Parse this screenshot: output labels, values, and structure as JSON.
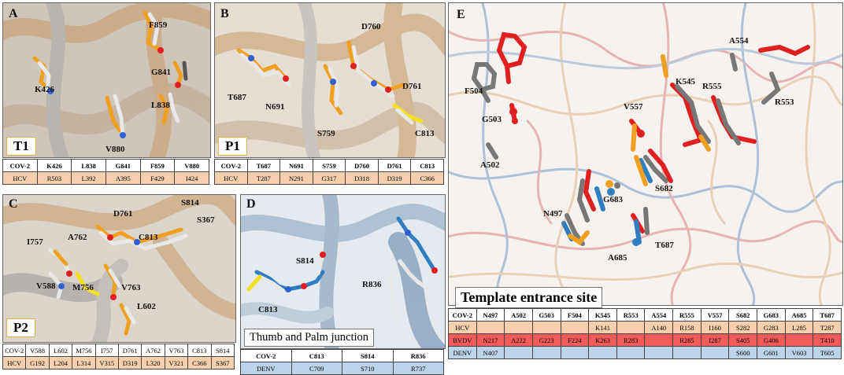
{
  "panels": {
    "A": {
      "label": "A",
      "badge": "T1",
      "residues": [
        "F859",
        "G841",
        "K426",
        "L838",
        "V880"
      ],
      "table": {
        "header": [
          "COV-2",
          "K426",
          "L838",
          "G841",
          "F859",
          "V880"
        ],
        "rows": [
          [
            "HCV",
            "R503",
            "L392",
            "A395",
            "F429",
            "I424"
          ]
        ]
      }
    },
    "B": {
      "label": "B",
      "badge": "P1",
      "residues": [
        "D760",
        "T687",
        "N691",
        "D761",
        "S759",
        "C813"
      ],
      "table": {
        "header": [
          "COV-2",
          "T687",
          "N691",
          "S759",
          "D760",
          "D761",
          "C813"
        ],
        "rows": [
          [
            "HCV",
            "T287",
            "N291",
            "G317",
            "D318",
            "D319",
            "C366"
          ]
        ]
      }
    },
    "C": {
      "label": "C",
      "badge": "P2",
      "residues": [
        "S814",
        "S367",
        "D761",
        "A762",
        "C813",
        "I757",
        "V588",
        "M756",
        "V763",
        "L602"
      ],
      "table": {
        "header": [
          "COV-2",
          "V588",
          "L602",
          "M756",
          "I757",
          "D761",
          "A762",
          "V763",
          "C813",
          "S814"
        ],
        "rows": [
          [
            "HCV",
            "G192",
            "L204",
            "L314",
            "V315",
            "D319",
            "L320",
            "V321",
            "C366",
            "S367"
          ]
        ]
      }
    },
    "D": {
      "label": "D",
      "title": "Thumb and Palm junction",
      "residues": [
        "S814",
        "R836",
        "C813"
      ],
      "table": {
        "header": [
          "COV-2",
          "C813",
          "S814",
          "R836"
        ],
        "rows": [
          [
            "DENV",
            "C709",
            "S710",
            "R737"
          ]
        ]
      }
    },
    "E": {
      "label": "E",
      "title": "Template entrance site",
      "residues": [
        "A554",
        "F504",
        "K545",
        "R555",
        "G503",
        "R553",
        "V557",
        "A502",
        "S682",
        "G683",
        "N497",
        "T687",
        "A685"
      ],
      "table": {
        "header": [
          "COV-2",
          "N497",
          "A502",
          "G503",
          "F504",
          "K545",
          "R553",
          "A554",
          "R555",
          "V557",
          "S682",
          "G683",
          "A685",
          "T687"
        ],
        "rows": [
          {
            "kind": "hcv",
            "cells": [
              "HCV",
              "",
              "",
              "",
              "",
              "K141",
              "",
              "A140",
              "R158",
              "I160",
              "S282",
              "G283",
              "L285",
              "T287"
            ]
          },
          {
            "kind": "bvdv",
            "cells": [
              "BVDV",
              "N217",
              "A222",
              "G223",
              "F224",
              "K263",
              "R283",
              "",
              "R285",
              "I287",
              "S405",
              "G406",
              "",
              "T410"
            ]
          },
          {
            "kind": "denv",
            "cells": [
              "DENV",
              "N407",
              "",
              "",
              "",
              "",
              "",
              "",
              "",
              "",
              "S600",
              "G601",
              "V603",
              "T605"
            ]
          }
        ]
      }
    }
  },
  "colors": {
    "hcv_row": "#f6cfae",
    "bvdv_row": "#f25b5b",
    "denv_row": "#bcd4ea",
    "ribbon_orange": "#d9a870",
    "ribbon_blue": "#5b87b5",
    "ribbon_red": "#d96b6b",
    "stick_orange": "#f0a020",
    "stick_white": "#e8e8e8",
    "stick_red": "#e02020",
    "stick_blue": "#2f7fc0",
    "stick_gray": "#777777"
  }
}
